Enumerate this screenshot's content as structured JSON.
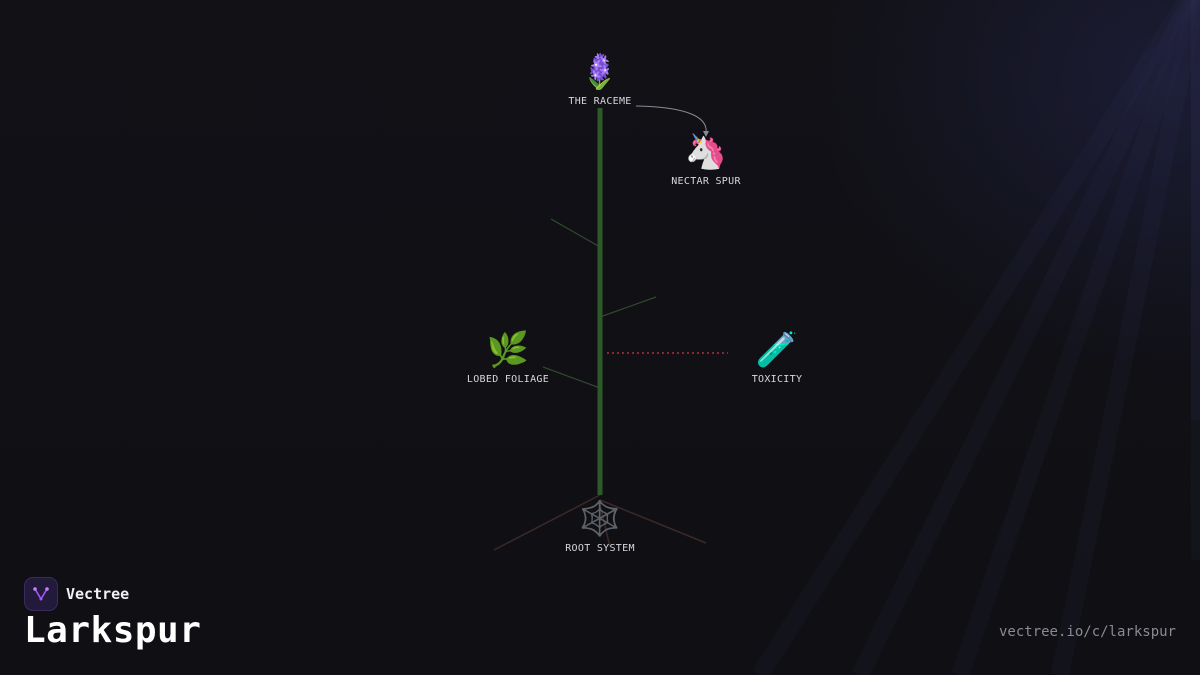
{
  "brand": {
    "name": "Vectree",
    "logo_icon": "vector-branch-icon",
    "accent": "#a855f7"
  },
  "title": "Larkspur",
  "url": "vectree.io/c/larkspur",
  "colors": {
    "background": "#111116",
    "stem": "#2e5a2a",
    "branch": "#2f4a2e",
    "root": "#3a2a26",
    "connector_curve": "#8a8a92",
    "connector_dotted": "#b0303a",
    "label": "#d8d8dc"
  },
  "nodes": {
    "raceme": {
      "label": "THE RACEME",
      "icon": "hyacinth-icon",
      "glyph": "🪻"
    },
    "nectar_spur": {
      "label": "NECTAR SPUR",
      "icon": "unicorn-icon",
      "glyph": "🦄"
    },
    "lobed_foliage": {
      "label": "LOBED FOLIAGE",
      "icon": "herb-icon",
      "glyph": "🌿"
    },
    "toxicity": {
      "label": "TOXICITY",
      "icon": "test-tube-icon",
      "glyph": "🧪"
    },
    "root_system": {
      "label": "ROOT SYSTEM",
      "icon": "spider-web-icon",
      "glyph": "🕸️"
    }
  }
}
